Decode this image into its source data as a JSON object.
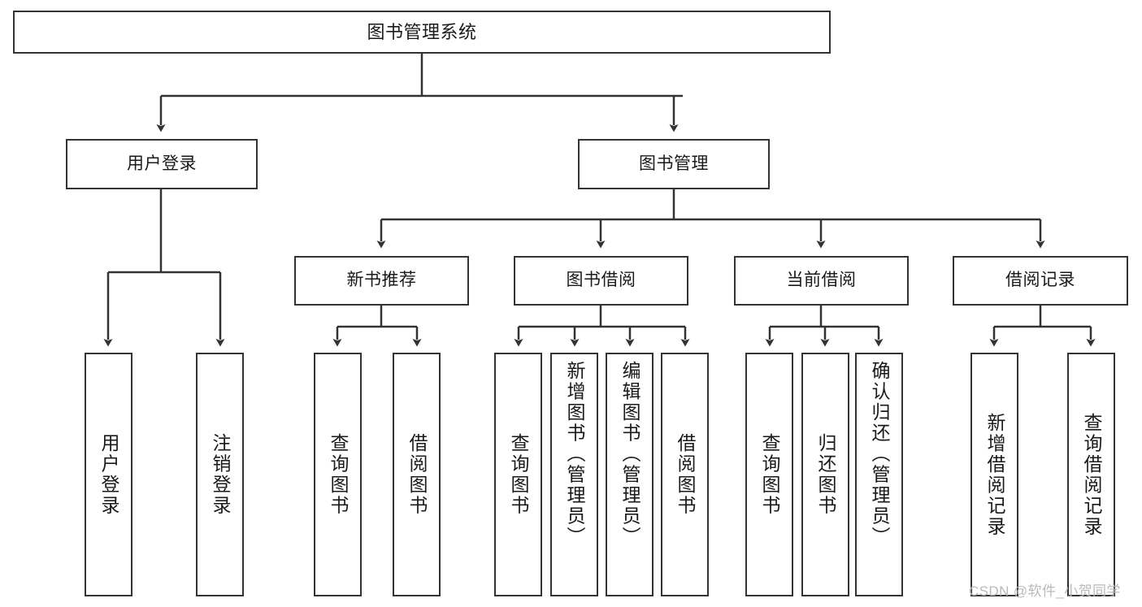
{
  "diagram": {
    "type": "tree-hierarchy-flowchart",
    "title": "图书管理系统",
    "colors": {
      "box_border": "#333333",
      "box_fill": "#ffffff",
      "connector": "#333333",
      "text": "#1a1a1a",
      "watermark": "#b9b9b9",
      "background": "#ffffff"
    },
    "nodes": {
      "root": {
        "label": "图书管理系统"
      },
      "level2": [
        {
          "id": "user-login",
          "label": "用户登录"
        },
        {
          "id": "book-manage",
          "label": "图书管理"
        }
      ],
      "level3": [
        {
          "id": "new-book-recommend",
          "label": "新书推荐"
        },
        {
          "id": "book-borrow",
          "label": "图书借阅"
        },
        {
          "id": "current-borrow",
          "label": "当前借阅"
        },
        {
          "id": "borrow-record",
          "label": "借阅记录"
        }
      ],
      "leaves": {
        "user-login": [
          {
            "id": "leaf-user-login",
            "label": "用户登录"
          },
          {
            "id": "leaf-logout-login",
            "label": "注销登录"
          }
        ],
        "new-book-recommend": [
          {
            "id": "leaf-query-book-1",
            "label": "查询图书"
          },
          {
            "id": "leaf-borrow-book-1",
            "label": "借阅图书"
          }
        ],
        "book-borrow": [
          {
            "id": "leaf-query-book-2",
            "label": "查询图书"
          },
          {
            "id": "leaf-add-book",
            "label": "新增图书（管理员）"
          },
          {
            "id": "leaf-edit-book",
            "label": "编辑图书（管理员）"
          },
          {
            "id": "leaf-borrow-book-2",
            "label": "借阅图书"
          }
        ],
        "current-borrow": [
          {
            "id": "leaf-query-book-3",
            "label": "查询图书"
          },
          {
            "id": "leaf-return-book",
            "label": "归还图书"
          },
          {
            "id": "leaf-confirm-return",
            "label": "确认归还（管理员）"
          }
        ],
        "borrow-record": [
          {
            "id": "leaf-add-borrow-record",
            "label": "新增借阅记录"
          },
          {
            "id": "leaf-query-borrow-record",
            "label": "查询借阅记录"
          }
        ]
      }
    },
    "watermark": "CSDN @软件_小贺同学"
  }
}
